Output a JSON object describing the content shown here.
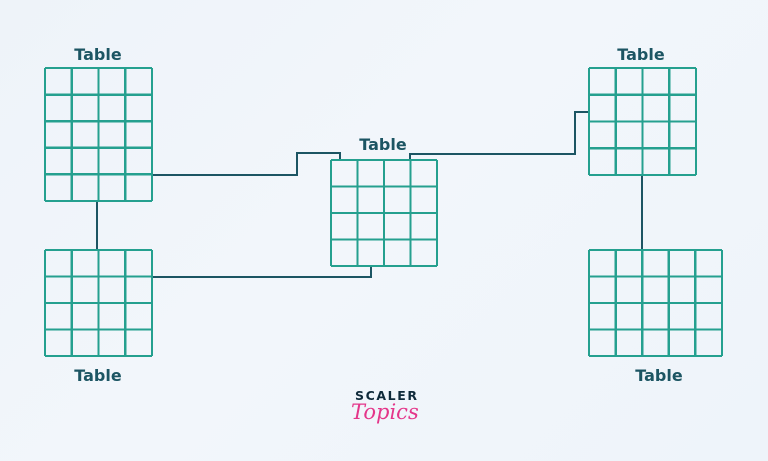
{
  "diagram": {
    "tables": [
      {
        "id": "table-left-top",
        "label": "Table",
        "rows": 5,
        "cols": 4,
        "label_position": "above"
      },
      {
        "id": "table-left-bottom",
        "label": "Table",
        "rows": 4,
        "cols": 4,
        "label_position": "below"
      },
      {
        "id": "table-center",
        "label": "Table",
        "rows": 4,
        "cols": 4,
        "label_position": "above"
      },
      {
        "id": "table-right-top",
        "label": "Table",
        "rows": 4,
        "cols": 4,
        "label_position": "above"
      },
      {
        "id": "table-right-bottom",
        "label": "Table",
        "rows": 4,
        "cols": 5,
        "label_position": "below"
      }
    ],
    "connections": [
      {
        "from": "table-left-top",
        "to": "table-left-bottom"
      },
      {
        "from": "table-left-top",
        "to": "table-center"
      },
      {
        "from": "table-left-bottom",
        "to": "table-center"
      },
      {
        "from": "table-center",
        "to": "table-right-top"
      },
      {
        "from": "table-right-top",
        "to": "table-right-bottom"
      }
    ],
    "colors": {
      "grid": "#25a08f",
      "connector": "#1c5563",
      "label": "#1c5563"
    }
  },
  "logo": {
    "wordmark": "SCALER",
    "script": "Topics",
    "colors": {
      "wordmark": "#0f2a3a",
      "script": "#e4368a"
    }
  }
}
